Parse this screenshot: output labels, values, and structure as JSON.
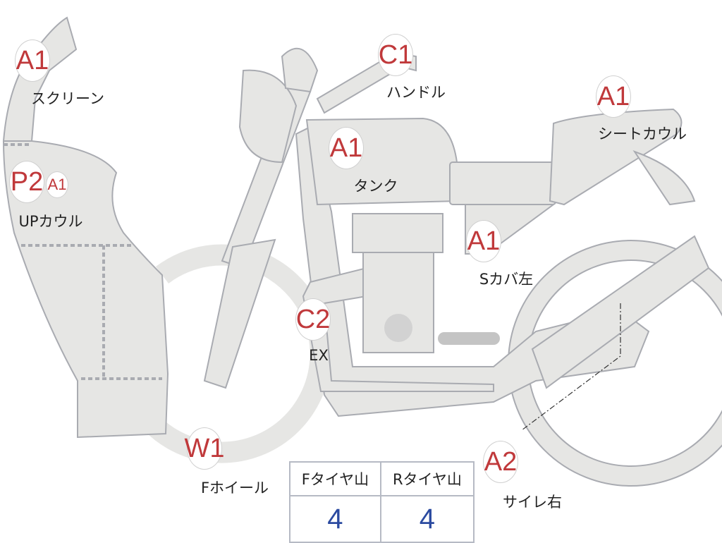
{
  "parts": [
    {
      "id": "screen",
      "grade": "A1",
      "label": "スクリーン"
    },
    {
      "id": "up-cowl",
      "grade": "P2",
      "grade2": "A1",
      "label": "UPカウル"
    },
    {
      "id": "handle",
      "grade": "C1",
      "label": "ハンドル"
    },
    {
      "id": "tank",
      "grade": "A1",
      "label": "タンク"
    },
    {
      "id": "seat-cowl",
      "grade": "A1",
      "label": "シートカウル"
    },
    {
      "id": "side-cover-left",
      "grade": "A1",
      "label": "Sカバ左"
    },
    {
      "id": "exhaust",
      "grade": "C2",
      "label": "EX"
    },
    {
      "id": "front-wheel",
      "grade": "W1",
      "label": "Fホイール"
    },
    {
      "id": "silencer-right",
      "grade": "A2",
      "label": "サイレ右"
    }
  ],
  "tire_table": {
    "headers": [
      "Fタイヤ山",
      "Rタイヤ山"
    ],
    "values": [
      "4",
      "4"
    ]
  },
  "colors": {
    "grade": "#c0393b",
    "value": "#2b4aa0",
    "body": "#e6e6e4",
    "outline": "#a9abb1"
  }
}
